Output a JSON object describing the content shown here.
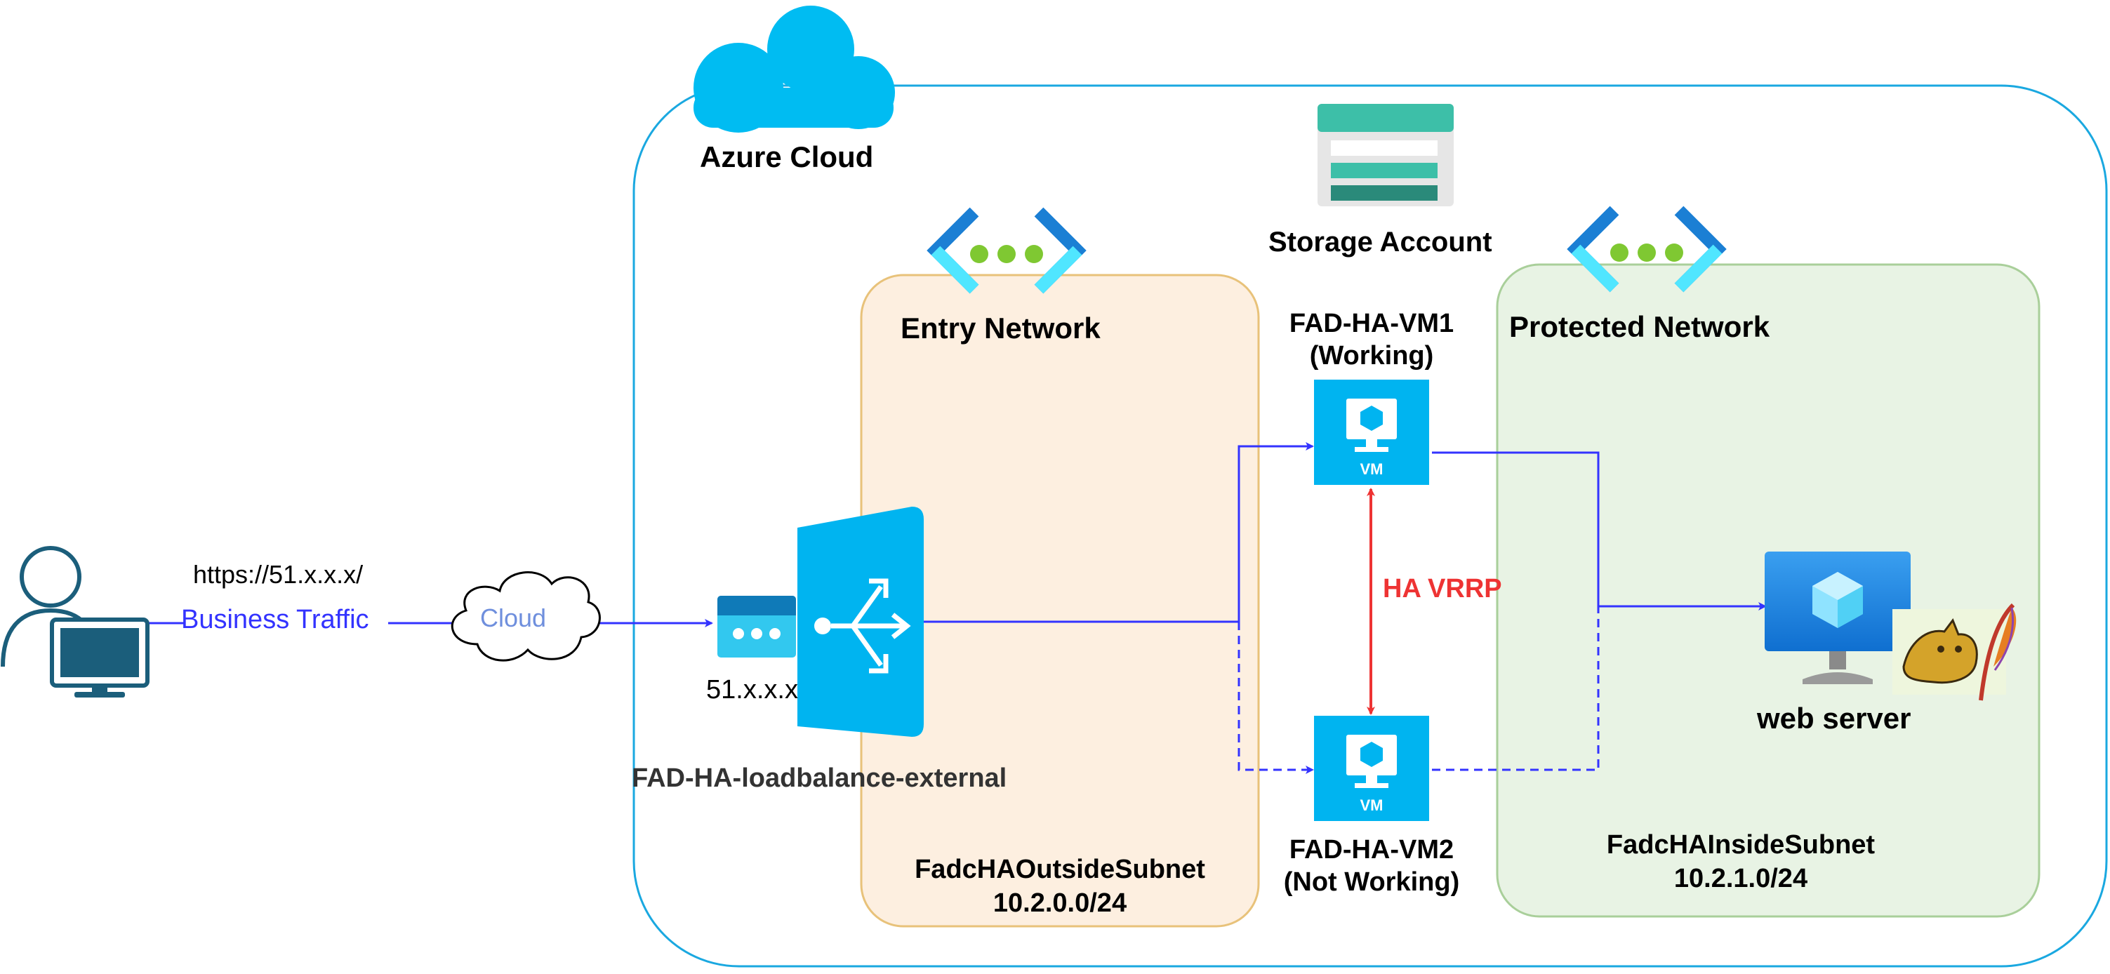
{
  "labels": {
    "azure_cloud": "Azure Cloud",
    "storage_account": "Storage Account",
    "entry_network": "Entry Network",
    "protected_network": "Protected Network",
    "vm1_name": "FAD-HA-VM1",
    "vm1_state": "(Working)",
    "vm2_name": "FAD-HA-VM2",
    "vm2_state": "(Not Working)",
    "ha_vrrp": "HA VRRP",
    "web_server": "web server",
    "outside_subnet_name": "FadcHAOutsideSubnet",
    "outside_subnet_cidr": "10.2.0.0/24",
    "inside_subnet_name": "FadcHAInsideSubnet",
    "inside_subnet_cidr": "10.2.1.0/24",
    "public_ip": "51.x.x.x",
    "load_balancer": "FAD-HA-loadbalance-external",
    "url": "https://51.x.x.x/",
    "business_traffic": "Business Traffic",
    "cloud": "Cloud",
    "vm_badge": "VM",
    "vm_badge2": "VM"
  },
  "colors": {
    "azure_blue": "#00bcf2",
    "cloud_border": "#1aa8e0",
    "entry_fill": "#fdefe0",
    "entry_border": "#e8c27a",
    "protected_fill": "#e8f3e4",
    "protected_border": "#a9cf9a",
    "flow_line": "#3333ff",
    "ha_line": "#ee3333",
    "ha_text": "#ee3333",
    "user_icon": "#1b5e7b"
  },
  "icons": [
    "user-computer-icon",
    "internet-cloud-icon",
    "public-ip-icon",
    "load-balancer-icon",
    "virtual-network-icon",
    "storage-account-icon",
    "vm-icon",
    "web-server-vm-icon",
    "tomcat-apache-icon",
    "azure-cloud-icon"
  ]
}
